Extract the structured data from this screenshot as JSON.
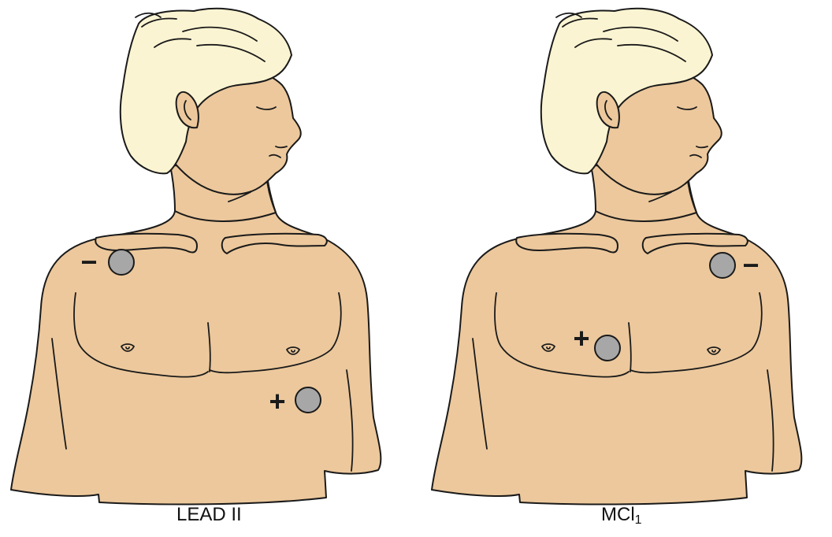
{
  "panels": [
    {
      "label": "LEAD II",
      "label_sub": "",
      "electrodes": [
        {
          "sign": "−"
        },
        {
          "sign": "+"
        }
      ]
    },
    {
      "label": "MCl",
      "label_sub": "1",
      "electrodes": [
        {
          "sign": "+"
        },
        {
          "sign": "−"
        }
      ]
    }
  ],
  "colors": {
    "skin": "#ecc89c",
    "hair": "#fbf4d2",
    "outline": "#1a1a1a",
    "electrode": "#a7a7a7"
  }
}
